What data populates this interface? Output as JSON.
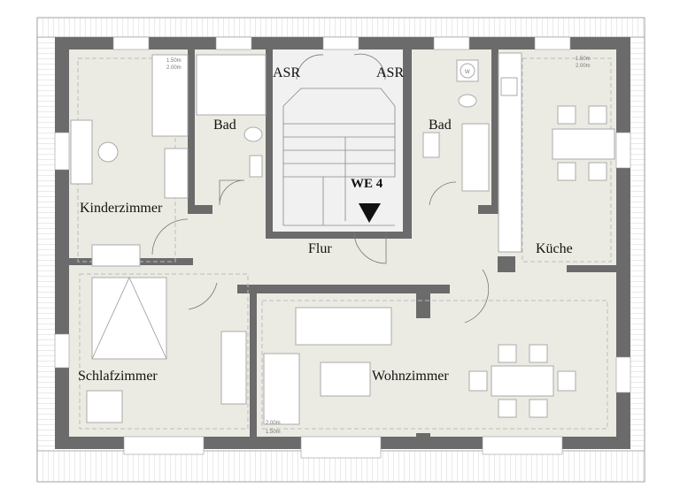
{
  "plan": {
    "unit_label": "WE 4",
    "rooms": {
      "kinderzimmer": "Kinderzimmer",
      "bad_left": "Bad",
      "asr_left": "ASR",
      "asr_right": "ASR",
      "bad_right": "Bad",
      "kueche": "Küche",
      "flur": "Flur",
      "schlafzimmer": "Schlafzimmer",
      "wohnzimmer": "Wohnzimmer"
    },
    "dimensions": {
      "h150": "1.50m",
      "h200": "2.00m"
    },
    "washer_symbol": "W",
    "colors": {
      "wall": "#6b6b6b",
      "floor": "#ecebe3",
      "stair": "#f1f1f1",
      "roof_hatch": "#cfcfcf"
    }
  }
}
